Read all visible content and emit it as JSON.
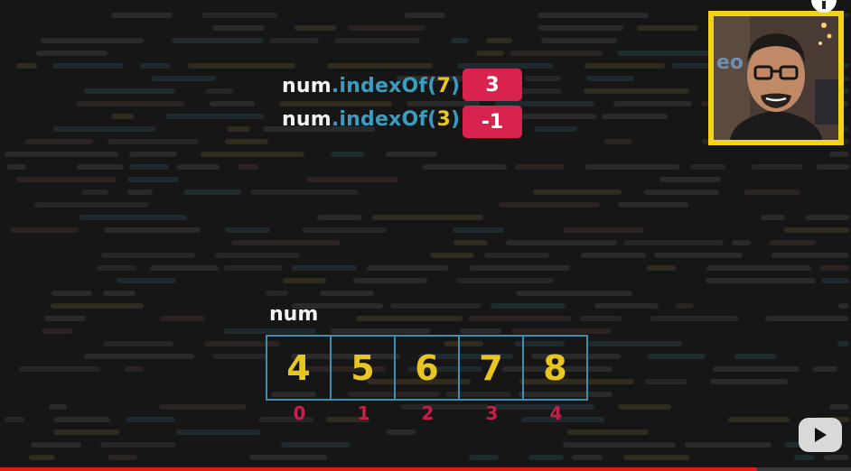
{
  "code": [
    {
      "object": "num",
      "dot": ".",
      "method": "indexOf",
      "open": "(",
      "arg": "7",
      "close": ")",
      "result": "3"
    },
    {
      "object": "num",
      "dot": ".",
      "method": "indexOf",
      "open": "(",
      "arg": "3",
      "close": ")",
      "result": "-1"
    }
  ],
  "array": {
    "label": "num",
    "values": [
      "4",
      "5",
      "6",
      "7",
      "8"
    ],
    "indices": [
      "0",
      "1",
      "2",
      "3",
      "4"
    ]
  },
  "colors": {
    "background": "#161616",
    "text": "#f2f2f2",
    "method": "#3d9bbd",
    "literal": "#e8c51f",
    "badge": "#d8234f",
    "cell_border": "#3d8eb0",
    "index": "#c2214a",
    "webcam_frame": "#f2d21a",
    "progress": "#e41a1a"
  },
  "player": {
    "progress": 0.89,
    "icons": [
      "info-icon",
      "youtube-logo-icon"
    ]
  }
}
